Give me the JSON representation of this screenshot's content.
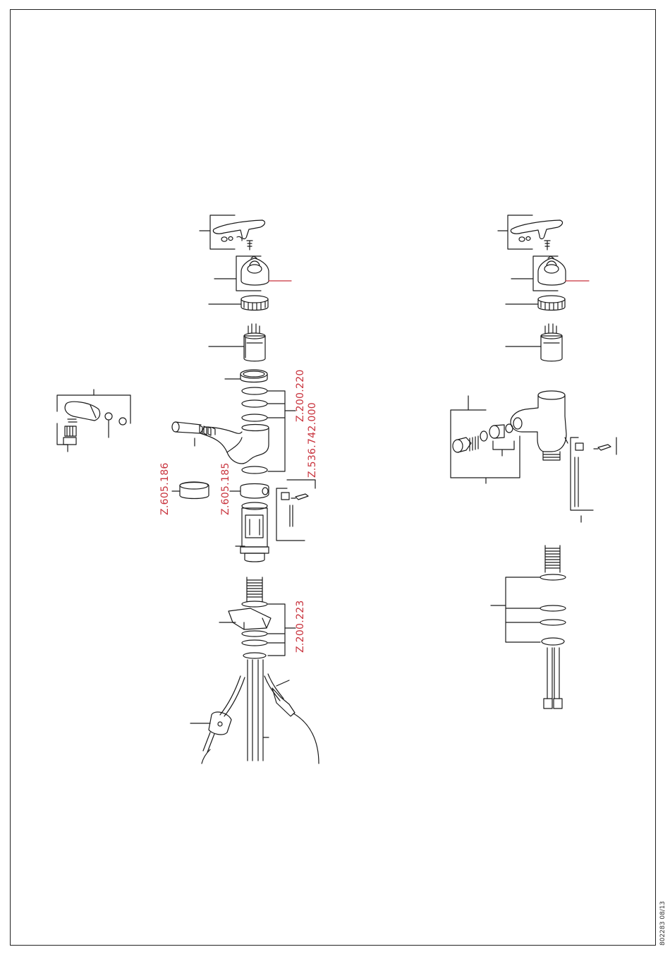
{
  "document": {
    "code": "802283 08/13"
  },
  "colors": {
    "line": "#1a1a1a",
    "accent": "#c8323c",
    "background": "#ffffff"
  },
  "labels": {
    "z200220": "Z.200.220",
    "z536742000": "Z.536.742.000",
    "z605186": "Z.605.186",
    "z605185": "Z.605.185",
    "z200223": "Z.200.223"
  }
}
